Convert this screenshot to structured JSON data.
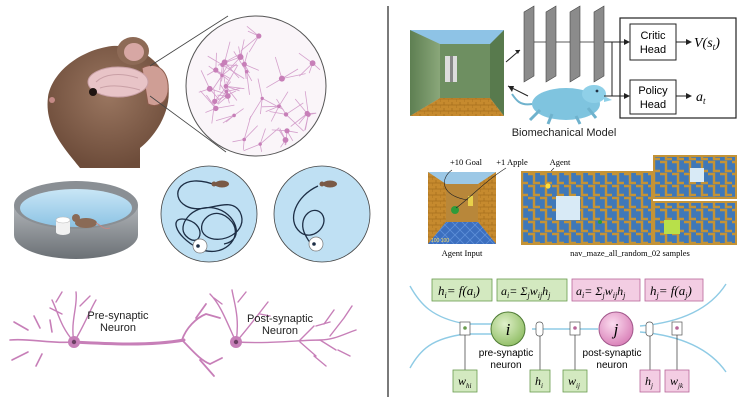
{
  "left_panel": {
    "neuron": {
      "pre_label": [
        "Pre-synaptic",
        "Neuron"
      ],
      "post_label": [
        "Post-synaptic",
        "Neuron"
      ]
    }
  },
  "right_panel": {
    "rl_diagram": {
      "critic_head": [
        "Critic",
        "Head"
      ],
      "policy_head": [
        "Policy",
        "Head"
      ],
      "value_output": "V(s",
      "value_subscript": "t",
      "action_output": "a",
      "action_subscript": "t",
      "caption": "Biomechanical Model"
    },
    "maze": {
      "goal_label": "+10 Goal",
      "apple_label": "+1 Apple",
      "agent_label": "Agent",
      "agent_input_caption": "Agent Input",
      "samples_caption": "nav_maze_all_random_02 samples",
      "hud_text": "100 100"
    },
    "network": {
      "pre_node_symbol": "i",
      "post_node_symbol": "j",
      "pre_label": [
        "pre-synaptic",
        "neuron"
      ],
      "post_label": [
        "post-synaptic",
        "neuron"
      ],
      "equations": [
        {
          "lhs": "h",
          "sub": "i",
          "rhs": "= f(a",
          "rhs_sub": "i",
          "close": ")"
        },
        {
          "lhs": "a",
          "sub": "i",
          "rhs": "= Σ",
          "rhs_sub": "j",
          "tail": "w",
          "tail_sub": "ij",
          "tail2": "h",
          "tail2_sub": "j"
        },
        {
          "lhs": "a",
          "sub": "i",
          "rhs": "= Σ",
          "rhs_sub": "j",
          "tail": "w",
          "tail_sub": "ij",
          "tail2": "h",
          "tail2_sub": "j"
        },
        {
          "lhs": "h",
          "sub": "j",
          "rhs": "= f(a",
          "rhs_sub": "j",
          "close": ")"
        }
      ],
      "weights": [
        {
          "sym": "w",
          "sub": "hi"
        },
        {
          "sym": "h",
          "sub": "i"
        },
        {
          "sym": "w",
          "sub": "ij"
        },
        {
          "sym": "h",
          "sub": "j"
        },
        {
          "sym": "w",
          "sub": "jk"
        }
      ]
    }
  },
  "colors": {
    "neuron_pink": "#c77fb8",
    "water_blue": "#a9d4ee",
    "node_green": "#b5d78f",
    "node_pink": "#e8a4cf",
    "eq_green": "#d3e9c0",
    "eq_pink": "#f3cde3",
    "axon_blue": "#8fcbe5",
    "divider": "#333333"
  }
}
